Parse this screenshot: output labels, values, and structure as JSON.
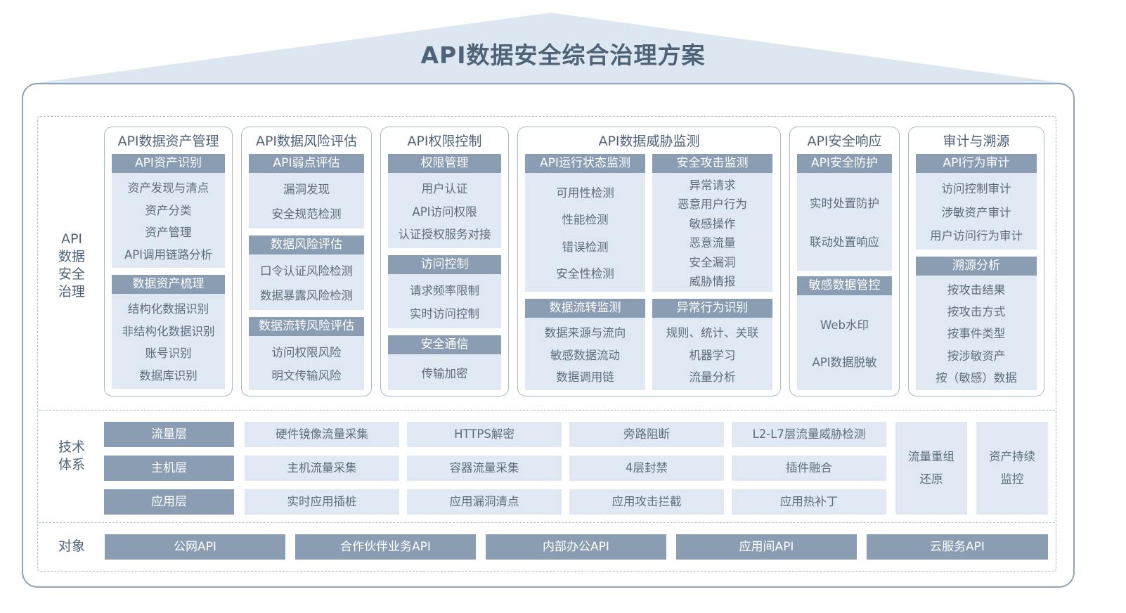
{
  "title": "API数据安全综合治理方案",
  "colors": {
    "roof": "#dde7f1",
    "border": "#8fa3b6",
    "header": "#8a9db3",
    "cell": "#e0e9f3",
    "text": "#5d6d7e"
  },
  "row_labels": {
    "governance": "API\n数据\n安全\n治理",
    "tech": "技术\n体系",
    "objects": "对象"
  },
  "columns": [
    {
      "title": "API数据资产管理",
      "sections": [
        {
          "head": "API资产识别",
          "items": [
            "资产发现与清点",
            "资产分类",
            "资产管理",
            "API调用链路分析"
          ]
        },
        {
          "head": "数据资产梳理",
          "items": [
            "结构化数据识别",
            "非结构化数据识别",
            "账号识别",
            "数据库识别"
          ]
        }
      ]
    },
    {
      "title": "API数据风险评估",
      "sections": [
        {
          "head": "API弱点评估",
          "items": [
            "漏洞发现",
            "安全规范检测"
          ]
        },
        {
          "head": "数据风险评估",
          "items": [
            "口令认证风险检测",
            "数据暴露风险检测"
          ]
        },
        {
          "head": "数据流转风险评估",
          "items": [
            "访问权限风险",
            "明文传输风险"
          ]
        }
      ]
    },
    {
      "title": "API权限控制",
      "sections": [
        {
          "head": "权限管理",
          "items": [
            "用户认证",
            "API访问权限",
            "认证授权服务对接"
          ]
        },
        {
          "head": "访问控制",
          "items": [
            "请求频率限制",
            "实时访问控制"
          ]
        },
        {
          "head": "安全通信",
          "items": [
            "传输加密"
          ]
        }
      ]
    },
    {
      "title": "API数据威胁监测",
      "sections": [
        {
          "head": "API运行状态监测",
          "items": [
            "可用性检测",
            "性能检测",
            "错误检测",
            "安全性检测"
          ]
        },
        {
          "head": "安全攻击监测",
          "items": [
            "异常请求",
            "恶意用户行为",
            "敏感操作",
            "恶意流量",
            "安全漏洞",
            "威胁情报"
          ]
        },
        {
          "head": "数据流转监测",
          "items": [
            "数据来源与流向",
            "敏感数据流动",
            "数据调用链"
          ]
        },
        {
          "head": "异常行为识别",
          "items": [
            "规则、统计、关联",
            "机器学习",
            "流量分析"
          ]
        }
      ]
    },
    {
      "title": "API安全响应",
      "sections": [
        {
          "head": "API安全防护",
          "items": [
            "实时处置防护",
            "联动处置响应"
          ]
        },
        {
          "head": "敏感数据管控",
          "items": [
            "Web水印",
            "API数据脱敏"
          ]
        }
      ]
    },
    {
      "title": "审计与溯源",
      "sections": [
        {
          "head": "API行为审计",
          "items": [
            "访问控制审计",
            "涉敏资产审计",
            "用户访问行为审计"
          ]
        },
        {
          "head": "溯源分析",
          "items": [
            "按攻击结果",
            "按攻击方式",
            "按事件类型",
            "按涉敏资产",
            "按（敏感）数据"
          ]
        }
      ]
    }
  ],
  "tech": {
    "layers": [
      {
        "label": "流量层",
        "cells": [
          "硬件镜像流量采集",
          "HTTPS解密",
          "旁路阻断",
          "L2-L7层流量威胁检测"
        ]
      },
      {
        "label": "主机层",
        "cells": [
          "主机流量采集",
          "容器流量采集",
          "4层封禁",
          "插件融合"
        ]
      },
      {
        "label": "应用层",
        "cells": [
          "实时应用插桩",
          "应用漏洞清点",
          "应用攻击拦截",
          "应用热补丁"
        ]
      }
    ],
    "side": [
      "流量重组还原",
      "资产持续监控"
    ]
  },
  "objects": [
    "公网API",
    "合作伙伴业务API",
    "内部办公API",
    "应用间API",
    "云服务API"
  ]
}
